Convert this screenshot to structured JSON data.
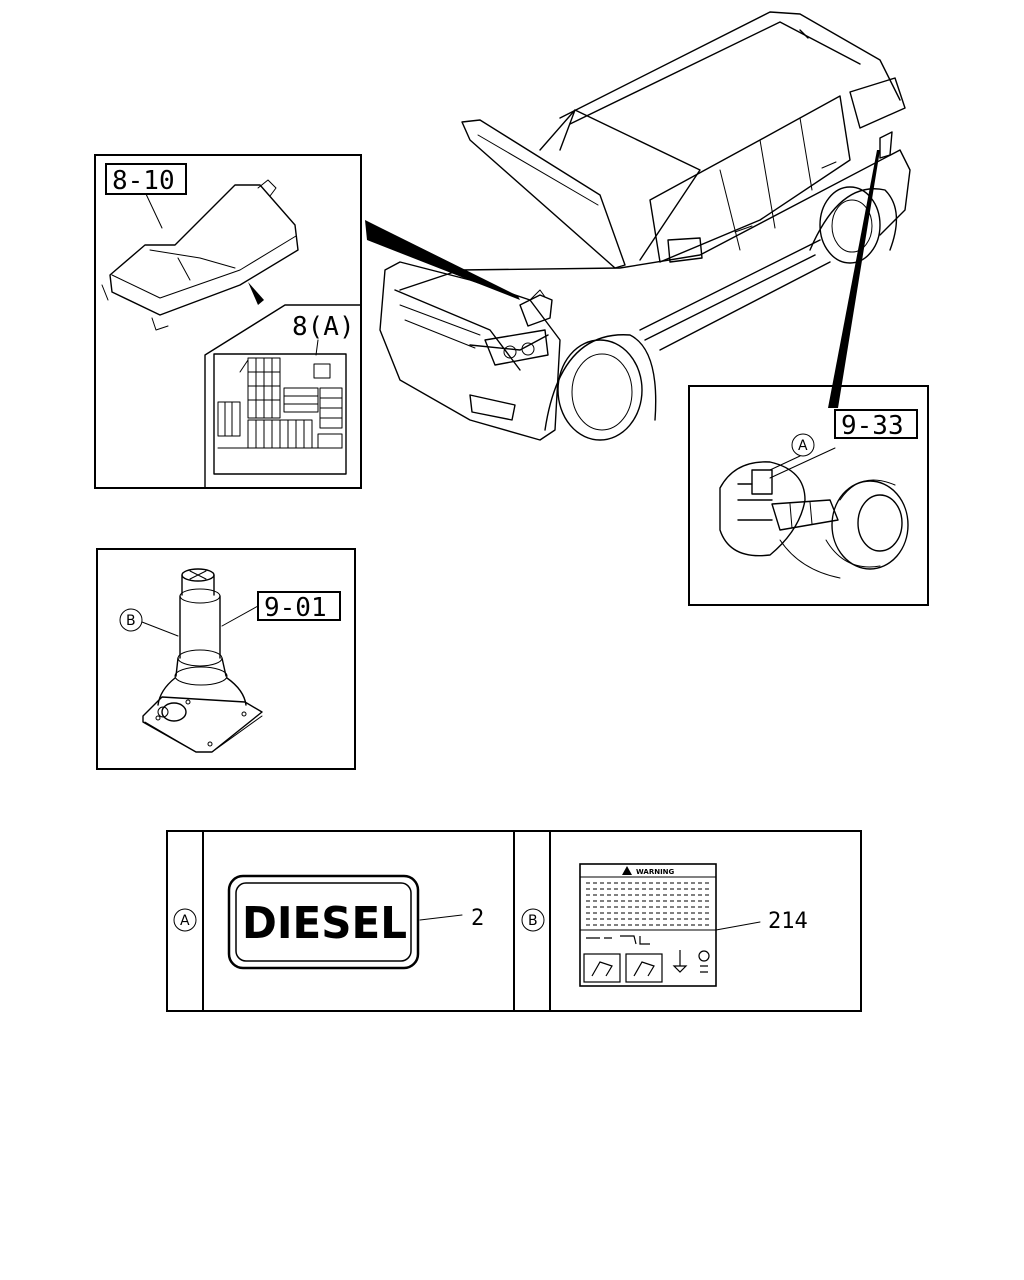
{
  "callouts": {
    "fuse_box": "8-10",
    "fuse_label": "8(A)",
    "jack": "9-01",
    "fuel_lid": "9-33"
  },
  "markers": {
    "a": "A",
    "b": "B"
  },
  "legend": {
    "a_text": "DIESEL",
    "a_number": "2",
    "b_number": "214",
    "b_heading": "WARNING"
  }
}
